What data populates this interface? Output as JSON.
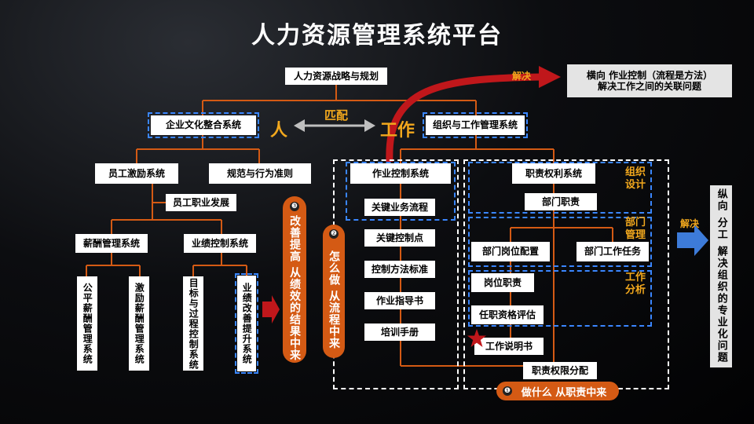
{
  "title": "人力资源管理系统平台",
  "nodes": {
    "strategy": "人力资源战略与规划",
    "culture": "企业文化整合系统",
    "org_work": "组织与工作管理系统",
    "incentive": "员工激励系统",
    "norms": "规范与行为准则",
    "career": "员工职业发展",
    "salary": "薪酬管理系统",
    "performance": "业绩控制系统",
    "fair_pay": "公平薪酬管理系统",
    "incentive_pay": "激励薪酬管理系统",
    "goal_process": "目标与过程控制系统",
    "perf_improve": "业绩改善提升系统",
    "op_control": "作业控制系统",
    "key_process": "关键业务流程",
    "key_control": "关键控制点",
    "control_std": "控制方法标准",
    "guide": "作业指导书",
    "manual": "培训手册",
    "duty_system": "职责权利系统",
    "dept_duty": "部门职责",
    "dept_post": "部门岗位配置",
    "dept_task": "部门工作任务",
    "post_duty": "岗位职责",
    "qualification": "任职资格评估",
    "job_desc": "工作说明书",
    "authority": "职责权限分配"
  },
  "labels": {
    "match": "匹配",
    "person": "人",
    "work": "工作",
    "solve_top": "解决",
    "solve_right": "解决",
    "org_design": "组织设计",
    "dept_mgmt": "部门管理",
    "work_analysis": "工作分析"
  },
  "horizontal_note": {
    "line1": "横向 作业控制（流程是方法）",
    "line2": "解决工作之间的关联问题"
  },
  "vertical_note": "纵向 分工 解决组织的专业化问题",
  "pills": {
    "p1_num": "❶",
    "p1_text": "做什么 从职责中来",
    "p2_num": "❷",
    "p2_text": "怎么做 从流程中来",
    "p3_num": "❸",
    "p3_text": "改善提高 从绩效的结果中来"
  },
  "colors": {
    "orange": "#d45a14",
    "gold": "#f2a81d",
    "blue_dash": "#3a86ff",
    "red_arrow": "#c0171b",
    "blue_arrow": "#3d7bd9"
  }
}
